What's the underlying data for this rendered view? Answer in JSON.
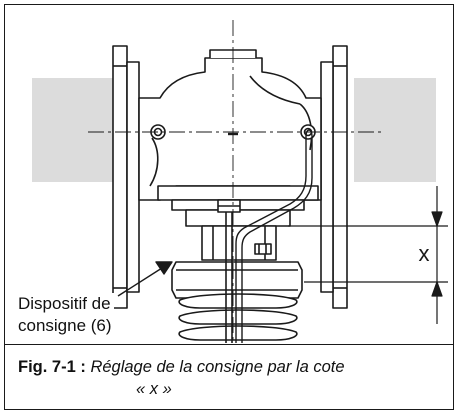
{
  "figure": {
    "callout_label_line1": "Dispositif de",
    "callout_label_line2": "consigne (6)",
    "dimension_label": "x",
    "caption_number": "Fig. 7-1 :",
    "caption_text_line1": "Réglage de la consigne par la cote",
    "caption_text_line2": "« x »"
  },
  "colors": {
    "line": "#1a1a1a",
    "pipe_fill": "#dcdcdc",
    "background": "#ffffff"
  }
}
